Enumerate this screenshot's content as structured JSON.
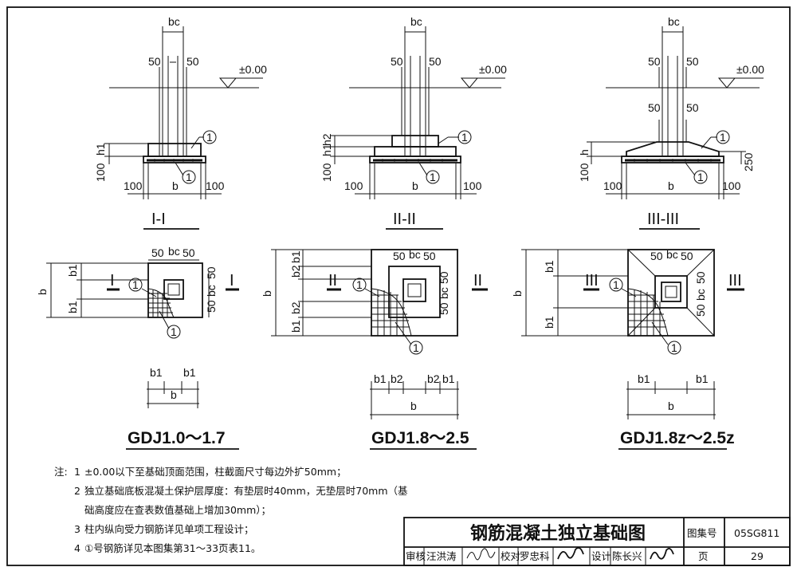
{
  "labels": {
    "bc": "bc",
    "b": "b",
    "b1": "b1",
    "b2": "b2",
    "h": "h",
    "h1": "h1",
    "h2": "h2",
    "d50": "50",
    "d100": "100",
    "d250": "250",
    "elev": "±0.00",
    "rebar_tag": "1"
  },
  "sections": {
    "s1": "I-I",
    "s2": "II-II",
    "s3": "III-III",
    "mark1": "I",
    "mark2": "II",
    "mark3": "III"
  },
  "plans": {
    "p1": "GDJ1.0～1.7",
    "p2": "GDJ1.8～2.5",
    "p3": "GDJ1.8z～2.5z"
  },
  "notes": {
    "prefix": "注:",
    "items": [
      {
        "num": "1",
        "text": "±0.00以下至基础顶面范围，柱截面尺寸每边外扩50mm；"
      },
      {
        "num": "2",
        "text": "独立基础底板混凝土保护层厚度：有垫层时40mm，无垫层时70mm（基"
      },
      {
        "num": "",
        "text": "础高度应在查表数值基础上增加30mm）；"
      },
      {
        "num": "3",
        "text": "柱内纵向受力钢筋详见单项工程设计；"
      },
      {
        "num": "4",
        "text": "①号钢筋详见本图集第31～33页表11。"
      }
    ]
  },
  "titleblock": {
    "title": "钢筋混凝土独立基础图",
    "atlas_label": "图集号",
    "atlas_no": "05SG811",
    "page_label": "页",
    "page_no": "29",
    "review_label": "审核",
    "reviewer": "汪洪涛",
    "check_label": "校对",
    "checker": "罗忠科",
    "design_label": "设计",
    "designer": "陈长兴"
  }
}
